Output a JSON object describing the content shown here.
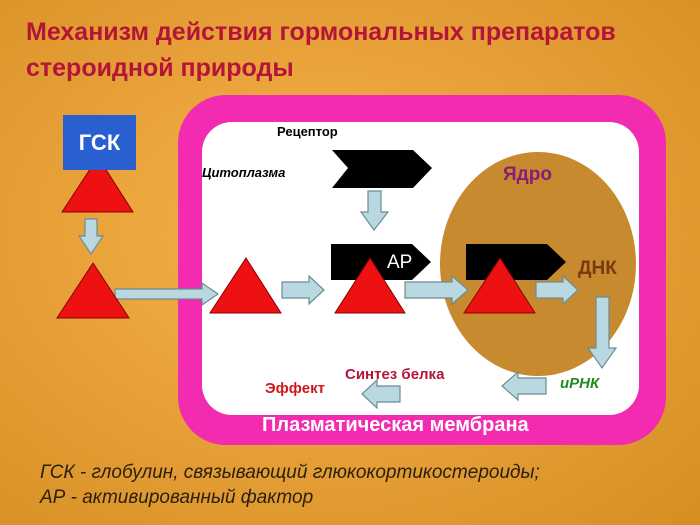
{
  "title": {
    "line1": "Механизм действия гормональных препаратов",
    "line2": "стероидной природы"
  },
  "labels": {
    "gsk": "ГСК",
    "receptor": "Рецептор",
    "cytoplasm": "Цитоплазма",
    "nucleus": "Ядро",
    "ar": "АР",
    "dna": "ДНК",
    "mrna": "иРНК",
    "protein_synthesis": "Синтез белка",
    "effect": "Эффект",
    "membrane": "Плазматическая мембрана"
  },
  "footnotes": {
    "gsk_def": "ГСК - глобулин, связывающий глюкокортикостероиды;",
    "ar_def": "АР - активированный фактор"
  },
  "colors": {
    "membrane": "#f22bb0",
    "nucleus": "#c88a2e",
    "triangle": "#ee1111",
    "arrow_fill": "#b9d8df",
    "title": "#b4143a",
    "gsk_box": "#2a5fd0",
    "nucleus_label": "#8a1c78",
    "dna_label": "#7a3a10",
    "mrna_label": "#1f8a1f",
    "effect_label": "#d01818",
    "protein_label": "#b4143a"
  }
}
